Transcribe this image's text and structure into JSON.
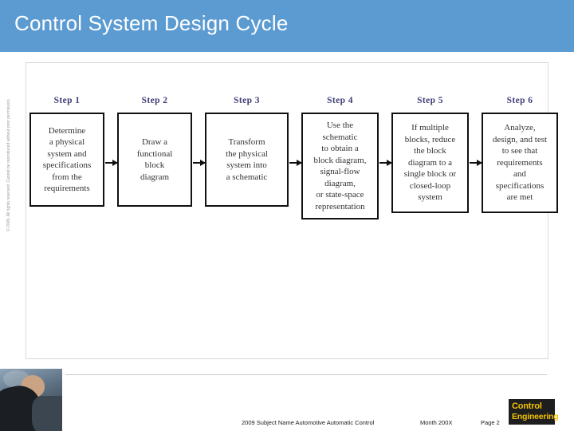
{
  "slide": {
    "title": "Control System Design Cycle",
    "title_bar_color": "#5B9BD1"
  },
  "figure": {
    "steps": [
      {
        "label": "Step 1",
        "text": "Determine\na physical\nsystem and\nspecifications\nfrom the\nrequirements"
      },
      {
        "label": "Step 2",
        "text": "Draw a\nfunctional\nblock\ndiagram"
      },
      {
        "label": "Step 3",
        "text": "Transform\nthe physical\nsystem into\na schematic"
      },
      {
        "label": "Step 4",
        "text": "Use the\nschematic\nto obtain a\nblock diagram,\nsignal-flow\ndiagram,\nor state-space\nrepresentation"
      },
      {
        "label": "Step 5",
        "text": "If multiple\nblocks, reduce\nthe block\ndiagram to a\nsingle block or\nclosed-loop\nsystem"
      },
      {
        "label": "Step 6",
        "text": "Analyze,\ndesign, and test\nto see that\nrequirements\nand\nspecifications\nare met"
      }
    ],
    "arrow_count": 5
  },
  "side_copyright": "© 2009, All rights reserved. Cannot be reproduced without prior permission.",
  "footer": {
    "subject": "2009 Subject Name  Automotive Automatic Control",
    "month": "Month 200X",
    "page": "Page 2"
  },
  "logo": {
    "line1": "Control",
    "line2": "Engineering",
    "background": "#1E1E1E",
    "text_color": "#F2C200"
  }
}
